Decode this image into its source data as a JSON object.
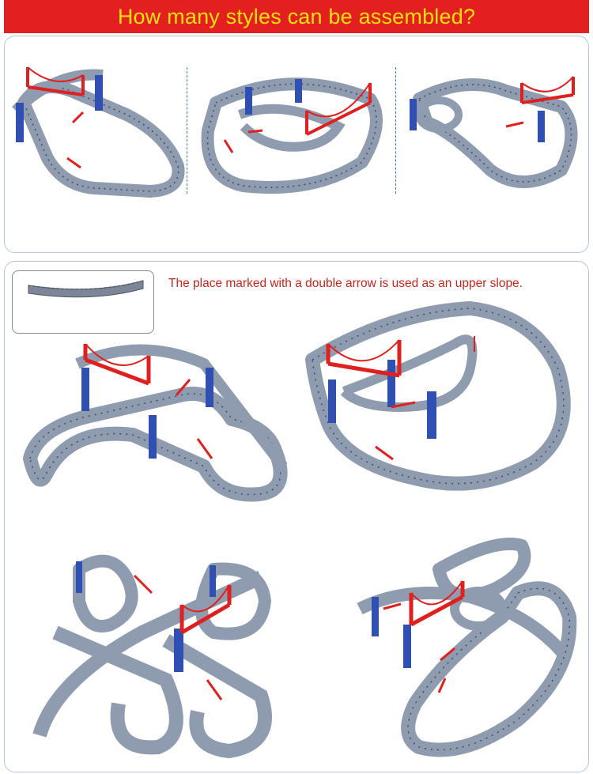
{
  "banner": {
    "title": "How many styles can be assembled?",
    "background_color": "#e41f1f",
    "text_color": "#f2e20a"
  },
  "slope_legend": {
    "note": "The place marked with a double arrow is used as an upper slope.",
    "note_color": "#c4261d"
  },
  "illustrations": {
    "track_color": "#8f9cb0",
    "rail_color": "#3b4a6e",
    "support_color": "#2f4fb2",
    "bridge_color": "#e0201f",
    "arrow_color": "#e0201f",
    "top_row": [
      "track-layout-1",
      "track-layout-2",
      "track-layout-3"
    ],
    "bottom_grid": [
      "track-layout-4",
      "track-layout-5",
      "track-layout-6",
      "track-layout-7"
    ]
  }
}
